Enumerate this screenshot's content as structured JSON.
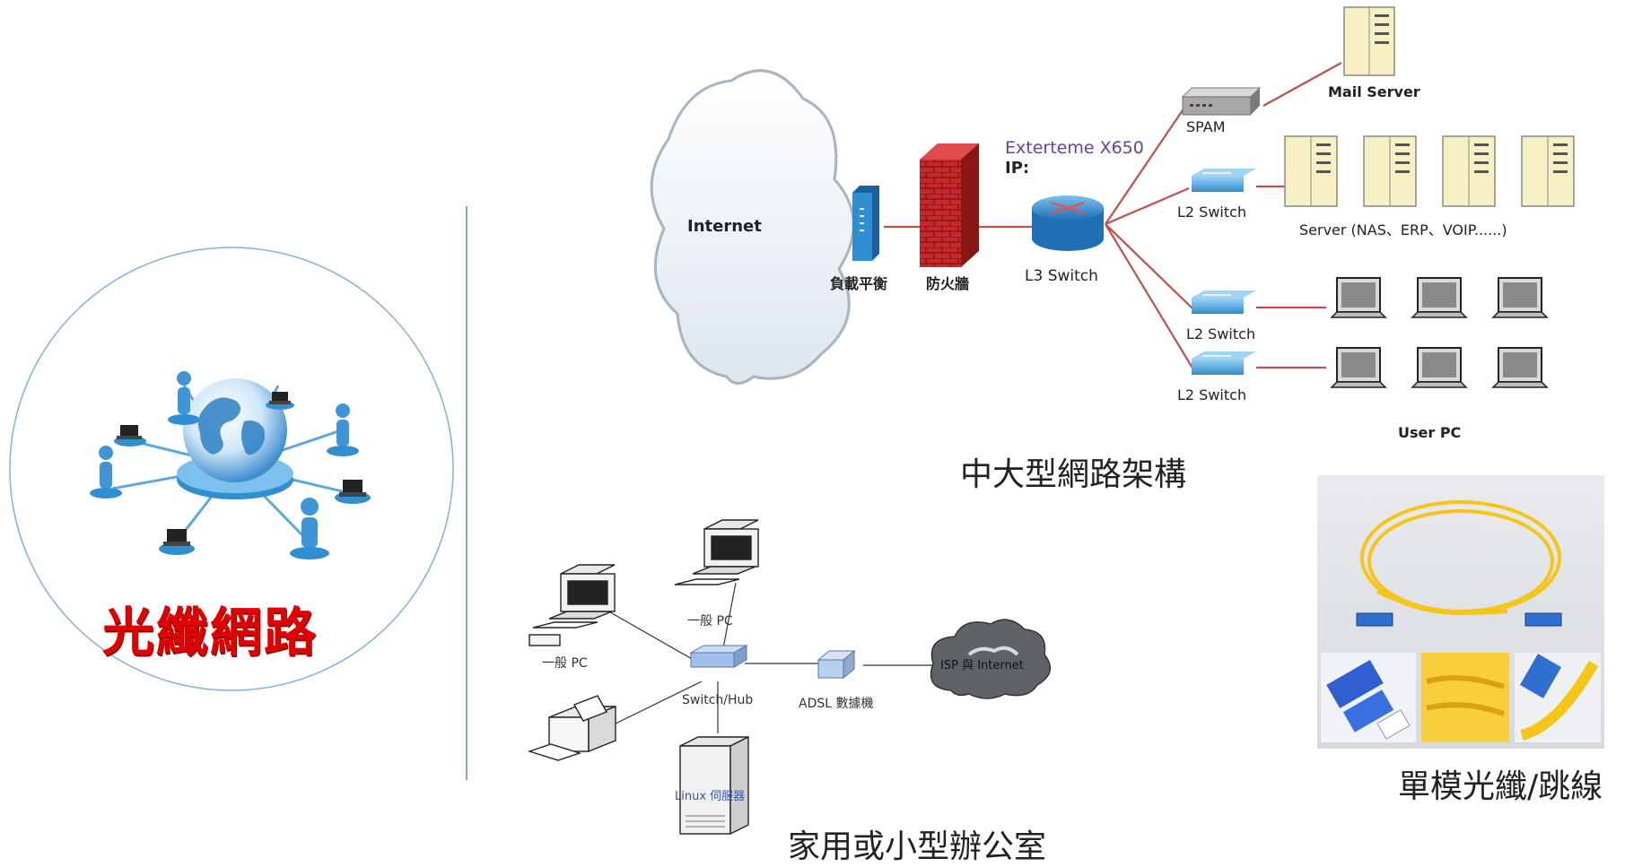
{
  "left_panel": {
    "title": "光纖網路"
  },
  "large_network": {
    "caption": "中大型網路架構",
    "internet": "Internet",
    "load_balancer": "負載平衡",
    "firewall": "防火牆",
    "l3_model": "Exterteme X650",
    "l3_ip": "IP:",
    "l3_switch": "L3 Switch",
    "spam": "SPAM",
    "mail_server": "Mail Server",
    "l2_switch_1": "L2 Switch",
    "servers": "Server (NAS、ERP、VOIP......)",
    "l2_switch_2": "L2 Switch",
    "l2_switch_3": "L2 Switch",
    "user_pc": "User PC"
  },
  "small_office": {
    "caption": "家用或小型辦公室",
    "pc_top": "一般 PC",
    "pc_left": "一般 PC",
    "switch_hub": "Switch/Hub",
    "adsl": "ADSL 數據機",
    "isp": "ISP 與 Internet",
    "linux_server": "Linux 伺服器"
  },
  "fiber": {
    "caption": "單模光纖/跳線"
  },
  "colors": {
    "link_red": "#c0504d",
    "circle_stroke": "#7fb2d9",
    "divider": "#7fa9c8",
    "title_red": "#e00000",
    "switch_blue": "#2f8fd0",
    "fiber_yellow": "#f5c518"
  }
}
